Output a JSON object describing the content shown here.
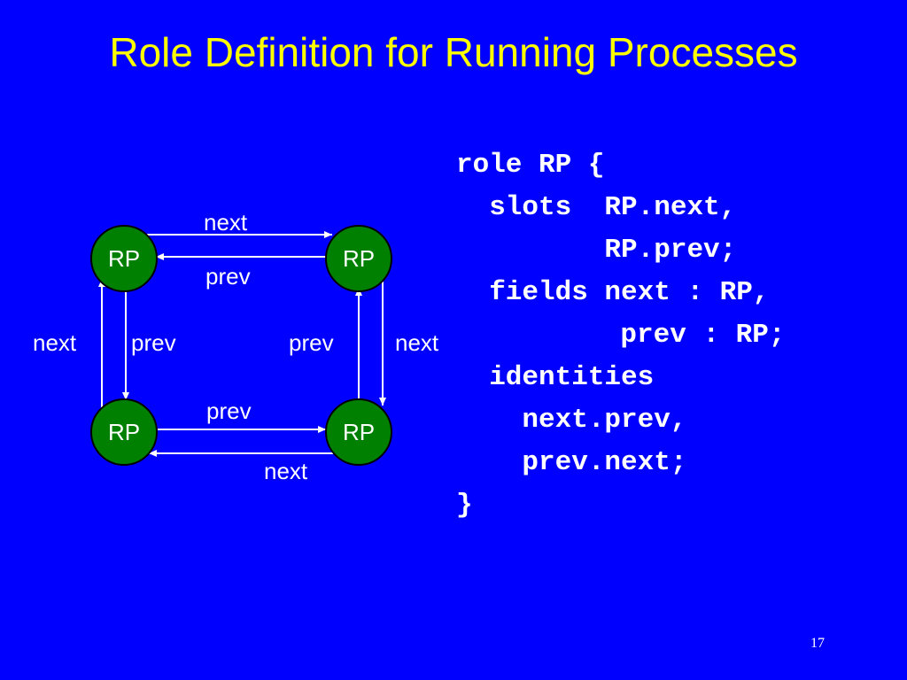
{
  "slide": {
    "title": "Role Definition for Running Processes",
    "page_number": "17",
    "background_color": "#0000FF",
    "title_color": "#FFFF00"
  },
  "diagram": {
    "node_label": "RP",
    "node_color": "#008000",
    "top_next": "next",
    "top_prev": "prev",
    "left_next": "next",
    "left_prev": "prev",
    "right_prev": "prev",
    "right_next": "next",
    "bottom_prev": "prev",
    "bottom_next": "next"
  },
  "code": {
    "lines": [
      "role RP {",
      "  slots  RP.next,",
      "         RP.prev;",
      "  fields next : RP,",
      "         prev : RP;",
      "  identities",
      "    next.prev,",
      "    prev.next;",
      "}"
    ]
  }
}
